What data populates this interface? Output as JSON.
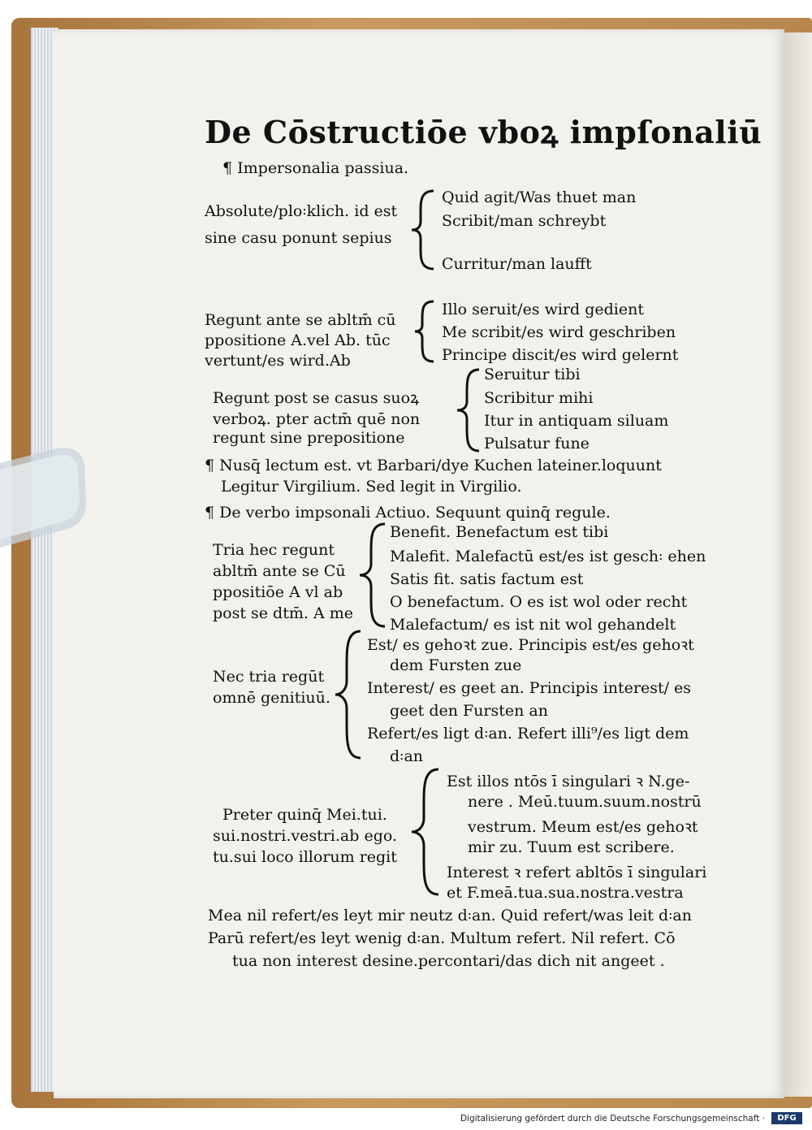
{
  "page": {
    "title": "De Cōstructiōe vboꝝ impſonaliū",
    "impersonalia_heading": "¶ Impersonalia passiua.",
    "g1": {
      "left": [
        "Absolute/plo꞉klich. id est",
        "sine casu ponunt sepius"
      ],
      "right": [
        "Quid agit/Was thuet man",
        "Scribit/man schreybt",
        "Curritur/man laufft"
      ]
    },
    "g2": {
      "left": [
        "Regunt ante se abltm̄ cū",
        "ppositione A.vel Ab. tūc",
        "vertunt/es wird.Ab"
      ],
      "right": [
        "Illo seruit/es wird gedient",
        "Me scribit/es wird geschriben",
        "Principe discit/es wird gelernt"
      ]
    },
    "g3": {
      "left": [
        "Regunt post se casus suoꝝ",
        "verboꝝ. pter actm̄ quē non",
        "regunt sine prepositione"
      ],
      "right": [
        "Seruitur tibi",
        "Scribitur mihi",
        "Itur in antiquam siluam",
        "Pulsatur fune"
      ]
    },
    "nusq": [
      "¶ Nusq̄ lectum est. vt Barbari/dye Kuchen lateiner.loquunt",
      "Legitur Virgilium. Sed legit in Virgilio."
    ],
    "activo": "¶ De verbo impsonali Actiuo. Sequunt quinq̄ regule.",
    "g4": {
      "left": [
        "Tria hec regunt",
        "abltm̄ ante se Cū",
        "ppositiōe A vl ab",
        "post se dtm̄. A me"
      ],
      "right": [
        "Benefit. Benefactum est tibi",
        "Malefit. Malefactū est/es ist gesch꞉ ehen",
        "Satis fit. satis factum est",
        "O benefactum. O es ist wol oder recht",
        "Malefactum/ es ist nit wol gehandelt"
      ]
    },
    "g5": {
      "left": [
        "Nec tria regūt",
        "omnē genitiuū."
      ],
      "right": [
        "Est/ es gehoꝛt zue. Principis est/es gehoꝛt",
        "dem Fursten zue",
        "Interest/ es geet an. Principis interest/ es",
        "geet den Fursten an",
        "Refert/es ligt d꞉an. Refert illi⁹/es ligt dem",
        "d꞉an"
      ]
    },
    "g6": {
      "left": [
        "Preter quinq̄ Mei.tui.",
        "sui.nostri.vestri.ab ego.",
        "tu.sui loco illorum regit"
      ],
      "right": [
        "Est illos ntōs ī singulari ꝛ N.ge-",
        "nere . Meū.tuum.suum.nostrū",
        "vestrum. Meum est/es gehoꝛt",
        "mir zu. Tuum est scribere.",
        "Interest ꝛ refert abltōs ī singulari",
        "et F.meā.tua.sua.nostra.vestra"
      ]
    },
    "closing": [
      "Mea nil refert/es leyt mir neutz d꞉an. Quid refert/was leit d꞉an",
      "Parū refert/es leyt wenig d꞉an. Multum refert. Nil refert. Cō",
      "tua non interest desine.percontari/das dich nit angeet ."
    ]
  },
  "footer": {
    "text": "Digitalisierung gefördert durch die Deutsche Forschungsgemeinschaft ·",
    "logo": "DFG"
  }
}
